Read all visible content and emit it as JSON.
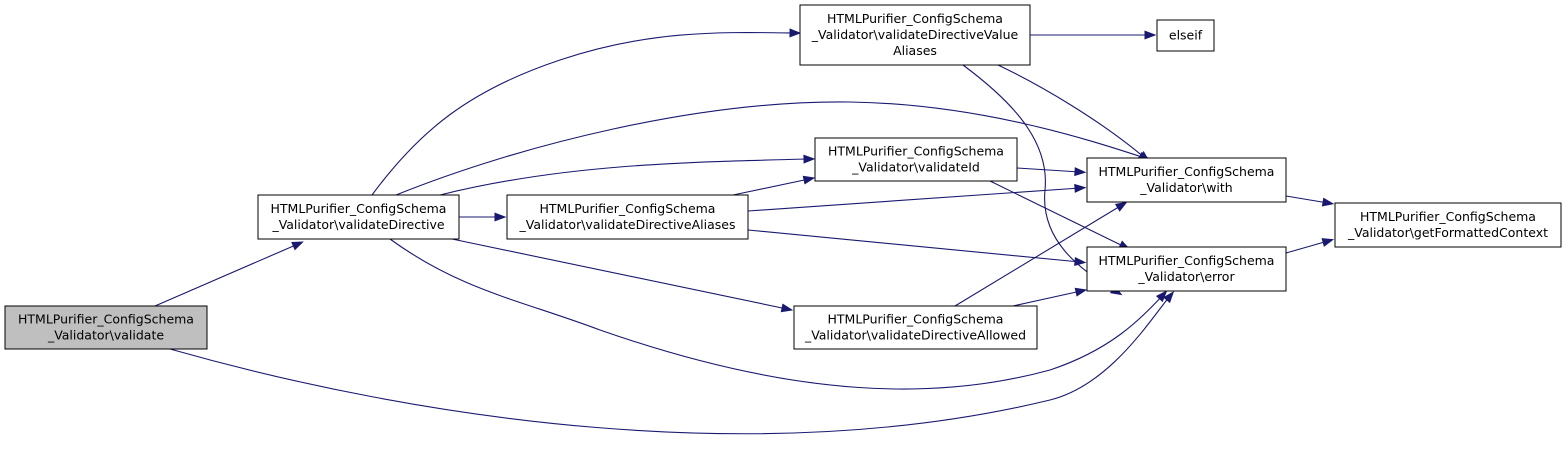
{
  "diagram": {
    "type": "call-graph",
    "colors": {
      "edge": "#191970",
      "root_fill": "#bfbfbf",
      "node_fill": "#ffffff",
      "border": "#000000"
    },
    "nodes": [
      {
        "id": "validate",
        "lines": [
          "HTMLPurifier_ConfigSchema",
          "_Validator\\validate"
        ],
        "highlighted": true
      },
      {
        "id": "validateDirective",
        "lines": [
          "HTMLPurifier_ConfigSchema",
          "_Validator\\validateDirective"
        ]
      },
      {
        "id": "validateDirectiveValueAliases",
        "lines": [
          "HTMLPurifier_ConfigSchema",
          "_Validator\\validateDirectiveValue",
          "Aliases"
        ]
      },
      {
        "id": "elseif",
        "lines": [
          "elseif"
        ]
      },
      {
        "id": "validateId",
        "lines": [
          "HTMLPurifier_ConfigSchema",
          "_Validator\\validateId"
        ]
      },
      {
        "id": "validateDirectiveAliases",
        "lines": [
          "HTMLPurifier_ConfigSchema",
          "_Validator\\validateDirectiveAliases"
        ]
      },
      {
        "id": "with",
        "lines": [
          "HTMLPurifier_ConfigSchema",
          "_Validator\\with"
        ]
      },
      {
        "id": "error",
        "lines": [
          "HTMLPurifier_ConfigSchema",
          "_Validator\\error"
        ]
      },
      {
        "id": "validateDirectiveAllowed",
        "lines": [
          "HTMLPurifier_ConfigSchema",
          "_Validator\\validateDirectiveAllowed"
        ]
      },
      {
        "id": "getFormattedContext",
        "lines": [
          "HTMLPurifier_ConfigSchema",
          "_Validator\\getFormattedContext"
        ]
      }
    ],
    "edges": [
      {
        "from": "validate",
        "to": "validateDirective"
      },
      {
        "from": "validate",
        "to": "error"
      },
      {
        "from": "validateDirective",
        "to": "validateDirectiveValueAliases"
      },
      {
        "from": "validateDirective",
        "to": "with"
      },
      {
        "from": "validateDirective",
        "to": "validateId"
      },
      {
        "from": "validateDirective",
        "to": "validateDirectiveAliases"
      },
      {
        "from": "validateDirective",
        "to": "validateDirectiveAllowed"
      },
      {
        "from": "validateDirective",
        "to": "error"
      },
      {
        "from": "validateDirectiveValueAliases",
        "to": "elseif"
      },
      {
        "from": "validateDirectiveValueAliases",
        "to": "with"
      },
      {
        "from": "validateDirectiveValueAliases",
        "to": "error"
      },
      {
        "from": "validateId",
        "to": "with"
      },
      {
        "from": "validateId",
        "to": "error"
      },
      {
        "from": "validateDirectiveAliases",
        "to": "validateId"
      },
      {
        "from": "validateDirectiveAliases",
        "to": "with"
      },
      {
        "from": "validateDirectiveAliases",
        "to": "error"
      },
      {
        "from": "validateDirectiveAllowed",
        "to": "with"
      },
      {
        "from": "validateDirectiveAllowed",
        "to": "error"
      },
      {
        "from": "with",
        "to": "getFormattedContext"
      },
      {
        "from": "error",
        "to": "getFormattedContext"
      }
    ]
  }
}
